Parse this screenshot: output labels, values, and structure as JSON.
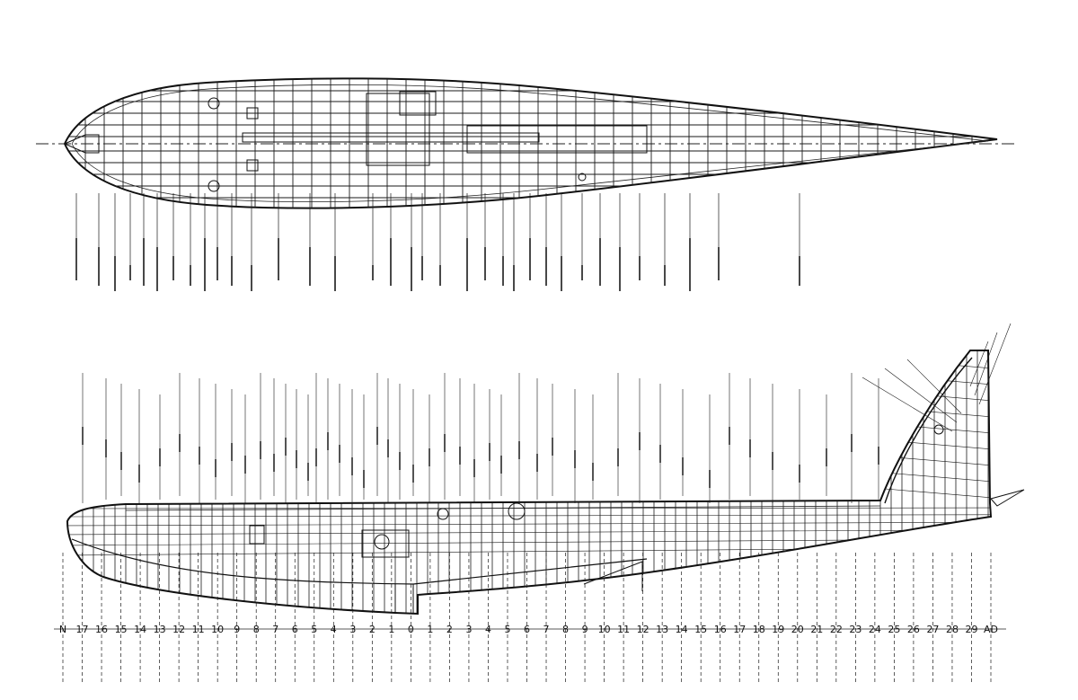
{
  "station_labels": [
    "N",
    "17",
    "16",
    "15",
    "14",
    "13",
    "12",
    "11",
    "10",
    "9",
    "8",
    "7",
    "6",
    "5",
    "4",
    "3",
    "2",
    "1",
    "0",
    "1",
    "2",
    "3",
    "4",
    "5",
    "6",
    "7",
    "8",
    "9",
    "10",
    "11",
    "12",
    "13",
    "14",
    "15",
    "16",
    "17",
    "18",
    "19",
    "20",
    "21",
    "22",
    "23",
    "24",
    "25",
    "26",
    "27",
    "28",
    "29",
    "AD"
  ],
  "colors": {
    "ink": "#1a1a1a",
    "paper": "#ffffff"
  }
}
